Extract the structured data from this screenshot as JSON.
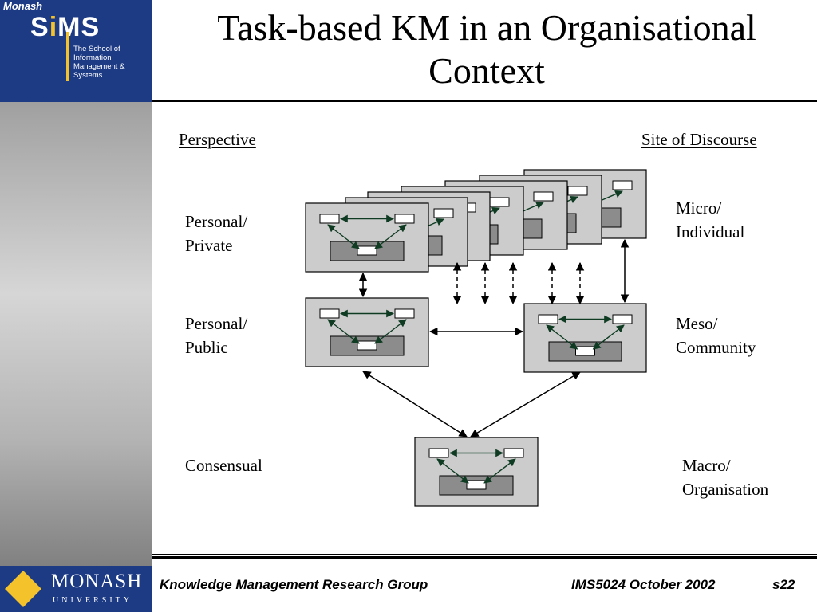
{
  "header": {
    "title_line1": "Task-based KM in an Organisational",
    "title_line2": "Context"
  },
  "logo": {
    "monash": "Monash",
    "sims_s1": "S",
    "sims_i": "i",
    "sims_ms": "MS",
    "subtitle": [
      "The School of",
      "Information",
      "Management &",
      "Systems"
    ]
  },
  "labels": {
    "perspective": "Perspective",
    "site_of_discourse": "Site of Discourse",
    "personal_private_1": "Personal/",
    "personal_private_2": "Private",
    "personal_public_1": "Personal/",
    "personal_public_2": "Public",
    "consensual": "Consensual",
    "micro_1": "Micro/",
    "micro_2": "Individual",
    "meso_1": "Meso/",
    "meso_2": "Community",
    "macro_1": "Macro/",
    "macro_2": "Organisation"
  },
  "footer": {
    "group": "Knowledge Management Research Group",
    "course": "IMS5024 October 2002",
    "slide": "s22",
    "monash": "MONASH",
    "university": "UNIVERSITY"
  },
  "colors": {
    "sims_blue": "#1d3a85",
    "sims_gold": "#f4c22b",
    "box_fill": "#cccccc",
    "bar_fill": "#8c8c8c",
    "arrow": "#0e3b22"
  }
}
